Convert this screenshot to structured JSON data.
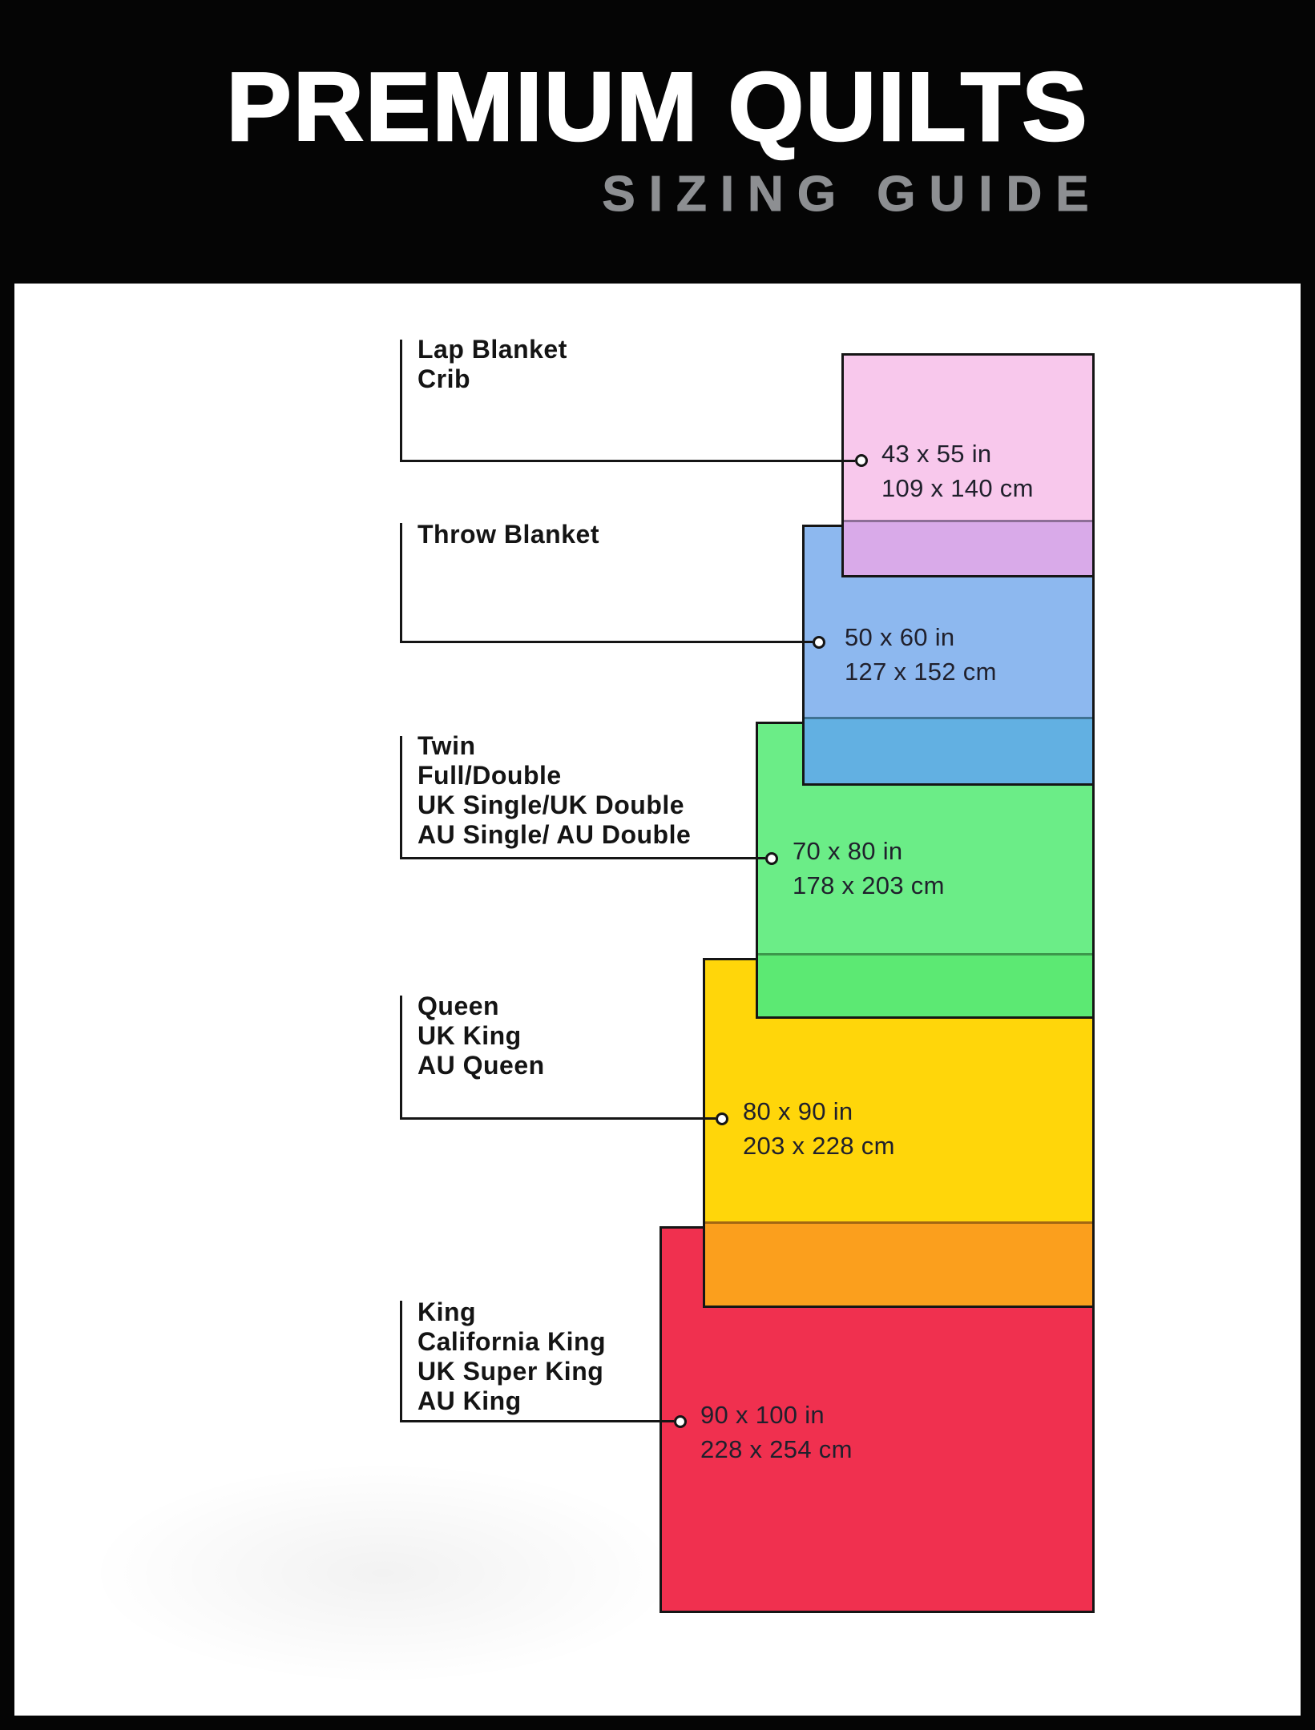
{
  "header": {
    "title": "PREMIUM QUILTS",
    "subtitle": "SIZING GUIDE"
  },
  "sizes": [
    {
      "names": [
        "Lap Blanket",
        "Crib"
      ],
      "inches": "43 x 55 in",
      "cm": "109 x 140 cm",
      "fill": "#f8c8ec",
      "overlap_fill": "#d9aae9"
    },
    {
      "names": [
        "Throw Blanket"
      ],
      "inches": "50 x 60 in",
      "cm": "127 x 152 cm",
      "fill": "#8db8ef",
      "overlap_fill": "#62b0e2"
    },
    {
      "names": [
        "Twin",
        "Full/Double",
        "UK Single/UK Double",
        "AU Single/ AU Double"
      ],
      "inches": "70 x 80 in",
      "cm": "178 x 203 cm",
      "fill": "#6bed87",
      "overlap_fill": "#5ce973"
    },
    {
      "names": [
        "Queen",
        "UK King",
        "AU Queen"
      ],
      "inches": "80 x 90 in",
      "cm": "203 x 228 cm",
      "fill": "#ffd60a",
      "overlap_fill": "#fb9f1d"
    },
    {
      "names": [
        "King",
        "California King",
        "UK Super King",
        "AU King"
      ],
      "inches": "90 x 100 in",
      "cm": "228 x 254 cm",
      "fill": "#f0304f",
      "overlap_fill": null
    }
  ],
  "colors": {
    "frame": "#050505",
    "panel": "#ffffff",
    "border": "#151515",
    "title": "#ffffff",
    "subtitle": "#8d8f92",
    "label_text": "#141414",
    "size_text": "#20202c"
  }
}
